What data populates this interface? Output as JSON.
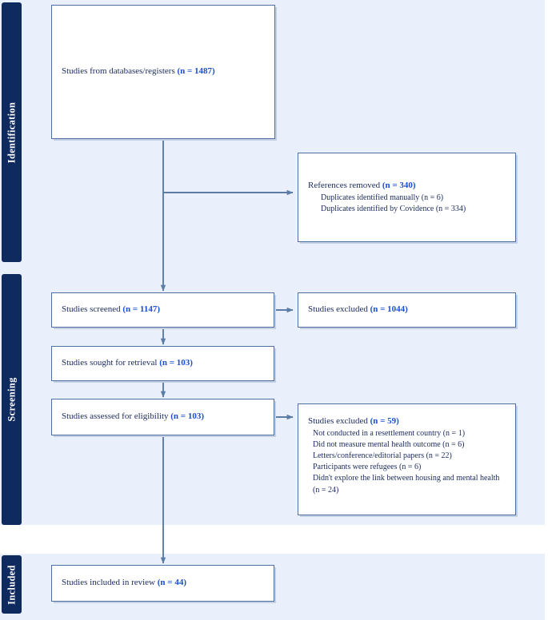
{
  "diagram": {
    "title": "PRISMA flow diagram",
    "colors": {
      "panel_background": "#e9f0fb",
      "stage_bar": "#0f2a5f",
      "box_border": "#4f6f9e",
      "body_text": "#1b2a5e",
      "number_accent": "#1a4fd0",
      "connector": "#5b7ca6"
    }
  },
  "stages": [
    {
      "id": "identification",
      "label": "Identification"
    },
    {
      "id": "screening",
      "label": "Screening"
    },
    {
      "id": "included",
      "label": "Included"
    }
  ],
  "boxes": {
    "databases": {
      "text": "Studies from databases/registers ",
      "count": "(n = 1487)"
    },
    "references_removed": {
      "text": "References removed ",
      "count": "(n = 340)",
      "sublines": [
        "Duplicates identified manually (n = 6)",
        "Duplicates identified by Covidence (n = 334)"
      ]
    },
    "studies_screened": {
      "text": "Studies screened ",
      "count": "(n = 1147)"
    },
    "studies_excluded_screening": {
      "text": "Studies excluded ",
      "count": "(n = 1044)"
    },
    "sought_for_retrieval": {
      "text": "Studies sought for retrieval ",
      "count": "(n = 103)"
    },
    "assessed_for_eligibility": {
      "text": "Studies assessed for eligibility ",
      "count": "(n = 103)"
    },
    "studies_excluded_eligibility": {
      "text": "Studies excluded ",
      "count": "(n = 59)",
      "sublines": [
        "Not conducted in a resettlement country (n = 1)",
        "Did not measure mental health outcome (n = 6)",
        "Letters/conference/editorial papers (n = 22)",
        "Participants were refugees (n = 6)",
        "Didn't explore the link between housing and mental health (n = 24)"
      ]
    },
    "included_in_review": {
      "text": "Studies included in review ",
      "count": "(n = 44)"
    }
  }
}
